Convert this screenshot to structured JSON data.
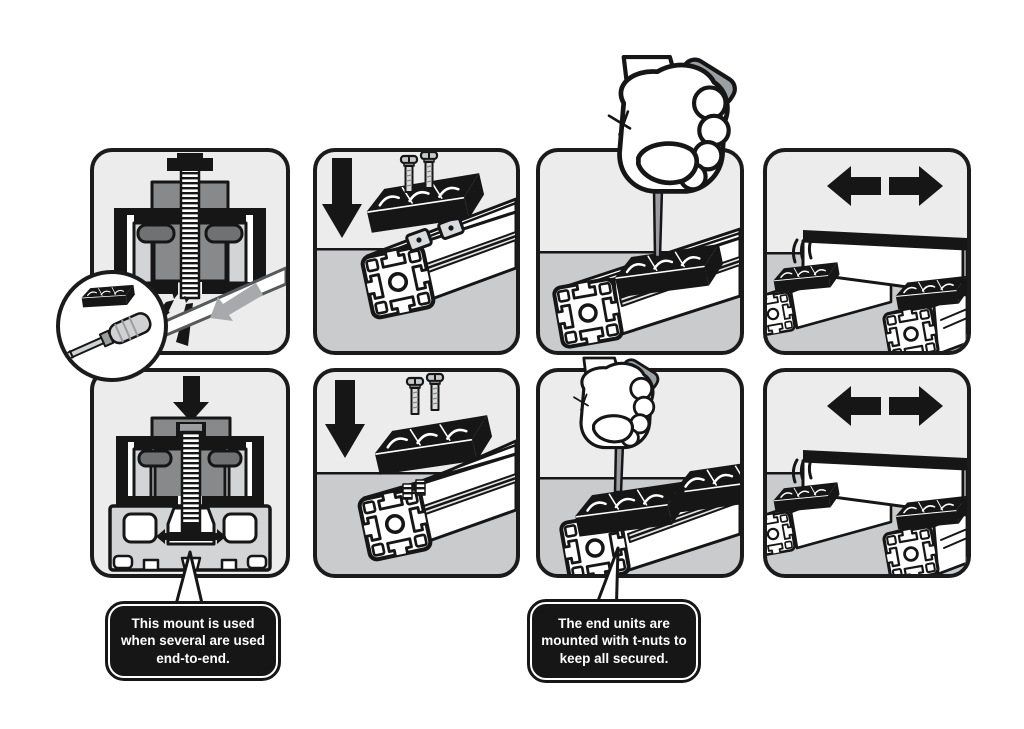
{
  "figure": {
    "kind": "assembly-instruction-diagram",
    "grid": "2 rows x 4 columns of rounded panels"
  },
  "colors": {
    "ink": "#161616",
    "panel_bg": "#ececec",
    "ground": "#c9cbcd",
    "mid_gray": "#87898b",
    "light_gray": "#d2d4d5",
    "steel_gray": "#cfd1d2",
    "handle_gray": "#9aa0a3",
    "arrow_gray": "#a7a9ac"
  },
  "panels": [
    {
      "name": "step-1-mount-cross-section",
      "icons": [
        "mount-cross-section",
        "screwdriver-inset",
        "pry-tool",
        "guide-arrow-gray"
      ]
    },
    {
      "name": "step-2-drop-block-on-tnuts",
      "icons": [
        "down-arrow",
        "machine-screws",
        "mount-block",
        "t-nuts",
        "extrusion-rail"
      ]
    },
    {
      "name": "step-3-tighten-with-screwdriver",
      "icons": [
        "hand-with-screwdriver",
        "mount-block",
        "extrusion-rail"
      ]
    },
    {
      "name": "step-4-slide-beam",
      "icons": [
        "left-arrow",
        "right-arrow",
        "beam",
        "mount-blocks",
        "extrusion-rails"
      ]
    },
    {
      "name": "step-5-mount-seated-on-profile",
      "icons": [
        "down-arrow",
        "mount-cross-section",
        "extrusion-profile",
        "t-nut",
        "slide-arrows"
      ]
    },
    {
      "name": "step-6-lower-block-to-rail",
      "icons": [
        "down-arrow",
        "machine-screws",
        "mount-block",
        "extrusion-rail"
      ]
    },
    {
      "name": "step-7-tighten-row-of-blocks",
      "icons": [
        "hand-with-screwdriver",
        "mount-block-row",
        "extrusion-rail"
      ]
    },
    {
      "name": "step-8-slide-beam",
      "icons": [
        "left-arrow",
        "right-arrow",
        "beam",
        "mount-blocks",
        "extrusion-rails"
      ]
    }
  ],
  "callouts": [
    {
      "lines": [
        "This mount is used",
        "when several are used",
        "end-to-end."
      ]
    },
    {
      "lines": [
        "The end units are",
        "mounted with t-nuts to",
        "keep all secured."
      ]
    }
  ]
}
